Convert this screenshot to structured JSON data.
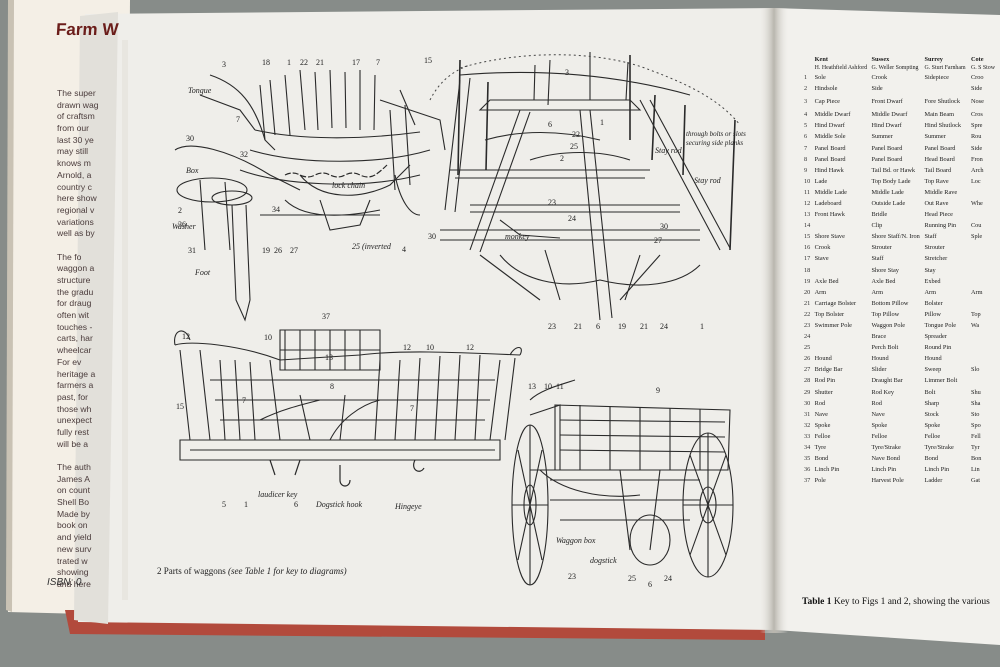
{
  "cover": {
    "title": "Farm W",
    "isbn": "ISBN: 0",
    "blurb_lines": [
      "The super",
      "drawn wag",
      "of craftsm",
      "from our",
      "last 30 ye",
      "may still",
      "knows m",
      "Arnold, a",
      "country c",
      "here show",
      "regional v",
      "variations",
      "well as by",
      "",
      "The fo",
      "waggon a",
      "structure",
      "the gradu",
      "for draug",
      "often wit",
      "touches -",
      "carts, har",
      "wheelcar",
      "For ev",
      "heritage a",
      "farmers a",
      "past, for",
      "those wh",
      "unexpect",
      "fully rest",
      "will be a",
      "",
      "The auth",
      "James A",
      "on count",
      "Shell Bo",
      "Made by",
      "book on",
      "and yield",
      "new surv",
      "trated w",
      "showing",
      "and here"
    ]
  },
  "figure": {
    "caption_fig": "2 Parts of waggons",
    "caption_note": "(see Table 1 for key to diagrams)",
    "labels": {
      "tongue": "Tongue",
      "box": "Box",
      "washer": "Washer",
      "foot": "Foot",
      "lock_chain": "lock chain",
      "inverted": "25 (inverted",
      "monkey": "monkey",
      "stay_rod": "Stay rod",
      "through_bolts": "through bolts or slots securing side planks",
      "stay_rod2": "Stay rod",
      "laudicer_key": "laudicer key",
      "dogstick_hook": "Dogstick hook",
      "hingeye": "Hingeye",
      "waggon_box": "Waggon box",
      "dogstick": "dogstick"
    },
    "numbers_top_left": [
      "3",
      "18",
      "1",
      "22",
      "21",
      "17",
      "7",
      "15",
      "7",
      "30",
      "32",
      "2",
      "36",
      "31",
      "19",
      "26",
      "27",
      "4",
      "34"
    ],
    "numbers_top_right": [
      "3",
      "1",
      "6",
      "22",
      "25",
      "2",
      "23",
      "24",
      "30",
      "27",
      "23",
      "21",
      "6",
      "19",
      "21",
      "24",
      "1",
      "30"
    ],
    "numbers_bottom_left": [
      "37",
      "12",
      "10",
      "13",
      "12",
      "10",
      "12",
      "15",
      "7",
      "8",
      "7",
      "5",
      "1",
      "6"
    ],
    "numbers_bottom_right": [
      "13",
      "10",
      "11",
      "9",
      "23",
      "25",
      "6",
      "24"
    ]
  },
  "table": {
    "caption_bold": "Table 1",
    "caption_rest": "Key to Figs 1 and 2, showing the various",
    "headers": [
      "Kent",
      "Sussex",
      "Surrey",
      "Cote"
    ],
    "subheaders": [
      "H. Heathfield Ashford",
      "G. Weller Sompting",
      "G. Sturt Farnham",
      "G. S Stow"
    ],
    "rows": [
      [
        "1",
        "Sole",
        "Crook",
        "Sidepiece",
        "Croo"
      ],
      [
        "2",
        "Hindsole",
        "Side",
        "",
        "Side"
      ],
      [
        "3",
        "Cap Piece",
        "Front Dwarf",
        "Fore Shutlock",
        "Nose"
      ],
      [
        "4",
        "Middle Dwarf",
        "Middle Dwarf",
        "Main Beam",
        "Cros"
      ],
      [
        "5",
        "Hind Dwarf",
        "Hind Dwarf",
        "Hind Shutlock",
        "Spre"
      ],
      [
        "6",
        "Middle Sole",
        "Summer",
        "Summer",
        "Rou"
      ],
      [
        "7",
        "Panel Board",
        "Panel Board",
        "Panel Board",
        "Side"
      ],
      [
        "8",
        "Panel Board",
        "Panel Board",
        "Head Board",
        "Fron"
      ],
      [
        "9",
        "Hind Hawk",
        "Tail Bd. or Hawk",
        "Tail Board",
        "Arch"
      ],
      [
        "10",
        "Lade",
        "Top Body Lade",
        "Top Rave",
        "Loc"
      ],
      [
        "11",
        "Middle Lade",
        "Middle Lade",
        "Middle Rave",
        ""
      ],
      [
        "12",
        "Ladeboard",
        "Outside Lade",
        "Out Rave",
        "Whe"
      ],
      [
        "13",
        "Front Hawk",
        "Bridle",
        "Head Piece",
        ""
      ],
      [
        "14",
        "",
        "Clip",
        "Running Pin",
        "Cou"
      ],
      [
        "15",
        "Shore Stave",
        "Shore Staff/N. Iron",
        "Staff",
        "Sple"
      ],
      [
        "16",
        "Crook",
        "Strouter",
        "Strouter",
        ""
      ],
      [
        "17",
        "Stave",
        "Staff",
        "Stretcher",
        ""
      ],
      [
        "18",
        "",
        "Shore Stay",
        "Stay",
        ""
      ],
      [
        "19",
        "Axle Bed",
        "Axle Bed",
        "Exbed",
        ""
      ],
      [
        "20",
        "Arm",
        "Arm",
        "Arm",
        "Arm"
      ],
      [
        "21",
        "Carriage Bolster",
        "Bottom Pillow",
        "Bolster",
        ""
      ],
      [
        "22",
        "Top Bolster",
        "Top Pillow",
        "Pillow",
        "Top"
      ],
      [
        "23",
        "Swimmer Pole",
        "Waggon Pole",
        "Tongue Pole",
        "Wa"
      ],
      [
        "24",
        "",
        "Brace",
        "Spreader",
        ""
      ],
      [
        "25",
        "",
        "Perch Bolt",
        "Round Pin",
        ""
      ],
      [
        "26",
        "Hound",
        "Hound",
        "Hound",
        ""
      ],
      [
        "27",
        "Bridge Bar",
        "Slider",
        "Sweep",
        "Slo"
      ],
      [
        "28",
        "Rod Pin",
        "Draught Bar",
        "Limmer Bolt",
        ""
      ],
      [
        "29",
        "Shutter",
        "Rod Key",
        "Bolt",
        "Shu"
      ],
      [
        "30",
        "Rod",
        "Rod",
        "Sharp",
        "Sha"
      ],
      [
        "31",
        "Nave",
        "Nave",
        "Stock",
        "Sto"
      ],
      [
        "32",
        "Spoke",
        "Spoke",
        "Spoke",
        "Spo"
      ],
      [
        "33",
        "Felloe",
        "Felloe",
        "Felloe",
        "Fell"
      ],
      [
        "34",
        "Tyre",
        "Tyre/Strake",
        "Tyre/Strake",
        "Tyr"
      ],
      [
        "35",
        "Bond",
        "Nave Bond",
        "Bond",
        "Bon"
      ],
      [
        "36",
        "Linch Pin",
        "Linch Pin",
        "Linch Pin",
        "Lin"
      ],
      [
        "37",
        "Pole",
        "Harvest Pole",
        "Ladder",
        "Gat"
      ]
    ]
  }
}
